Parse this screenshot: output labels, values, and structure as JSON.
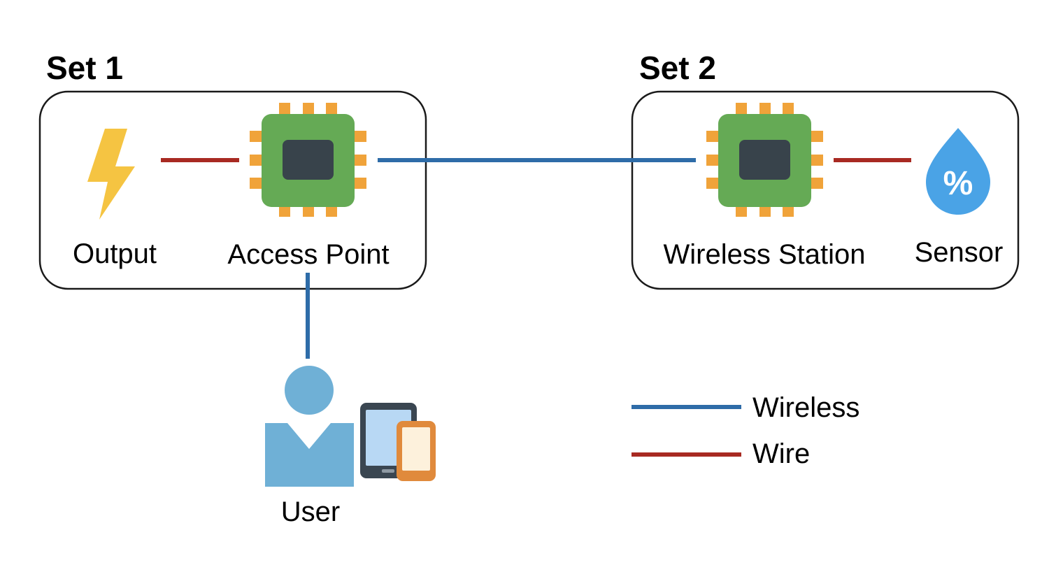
{
  "sets": [
    {
      "title": "Set 1"
    },
    {
      "title": "Set 2"
    }
  ],
  "nodes": {
    "output": {
      "label": "Output",
      "icon": "lightning-bolt-icon"
    },
    "access_point": {
      "label": "Access Point",
      "icon": "microchip-icon"
    },
    "wireless_station": {
      "label": "Wireless Station",
      "icon": "microchip-icon"
    },
    "sensor": {
      "label": "Sensor",
      "icon": "humidity-drop-icon",
      "symbol": "%"
    },
    "user": {
      "label": "User",
      "icon": "user-icon",
      "devices": [
        "tablet-icon",
        "smartphone-icon"
      ]
    }
  },
  "connections": [
    {
      "from": "Output",
      "to": "Access Point",
      "type": "Wire"
    },
    {
      "from": "Access Point",
      "to": "Wireless Station",
      "type": "Wireless"
    },
    {
      "from": "Wireless Station",
      "to": "Sensor",
      "type": "Wire"
    },
    {
      "from": "Access Point",
      "to": "User",
      "type": "Wireless"
    }
  ],
  "legend": [
    {
      "label": "Wireless",
      "color": "#2e6ca8"
    },
    {
      "label": "Wire",
      "color": "#a82a22"
    }
  ],
  "colors": {
    "wireless": "#2e6ca8",
    "wire": "#a82a22",
    "chip_board": "#65aa55",
    "chip_core": "#38434b",
    "chip_pins": "#f0a33a",
    "bolt": "#f5c442",
    "drop": "#4aa3e6",
    "user": "#6fb0d6",
    "tablet_frame": "#3a4651",
    "tablet_screen": "#b8d8f4",
    "phone_frame": "#e08a3c",
    "phone_screen": "#fdf1dc"
  }
}
